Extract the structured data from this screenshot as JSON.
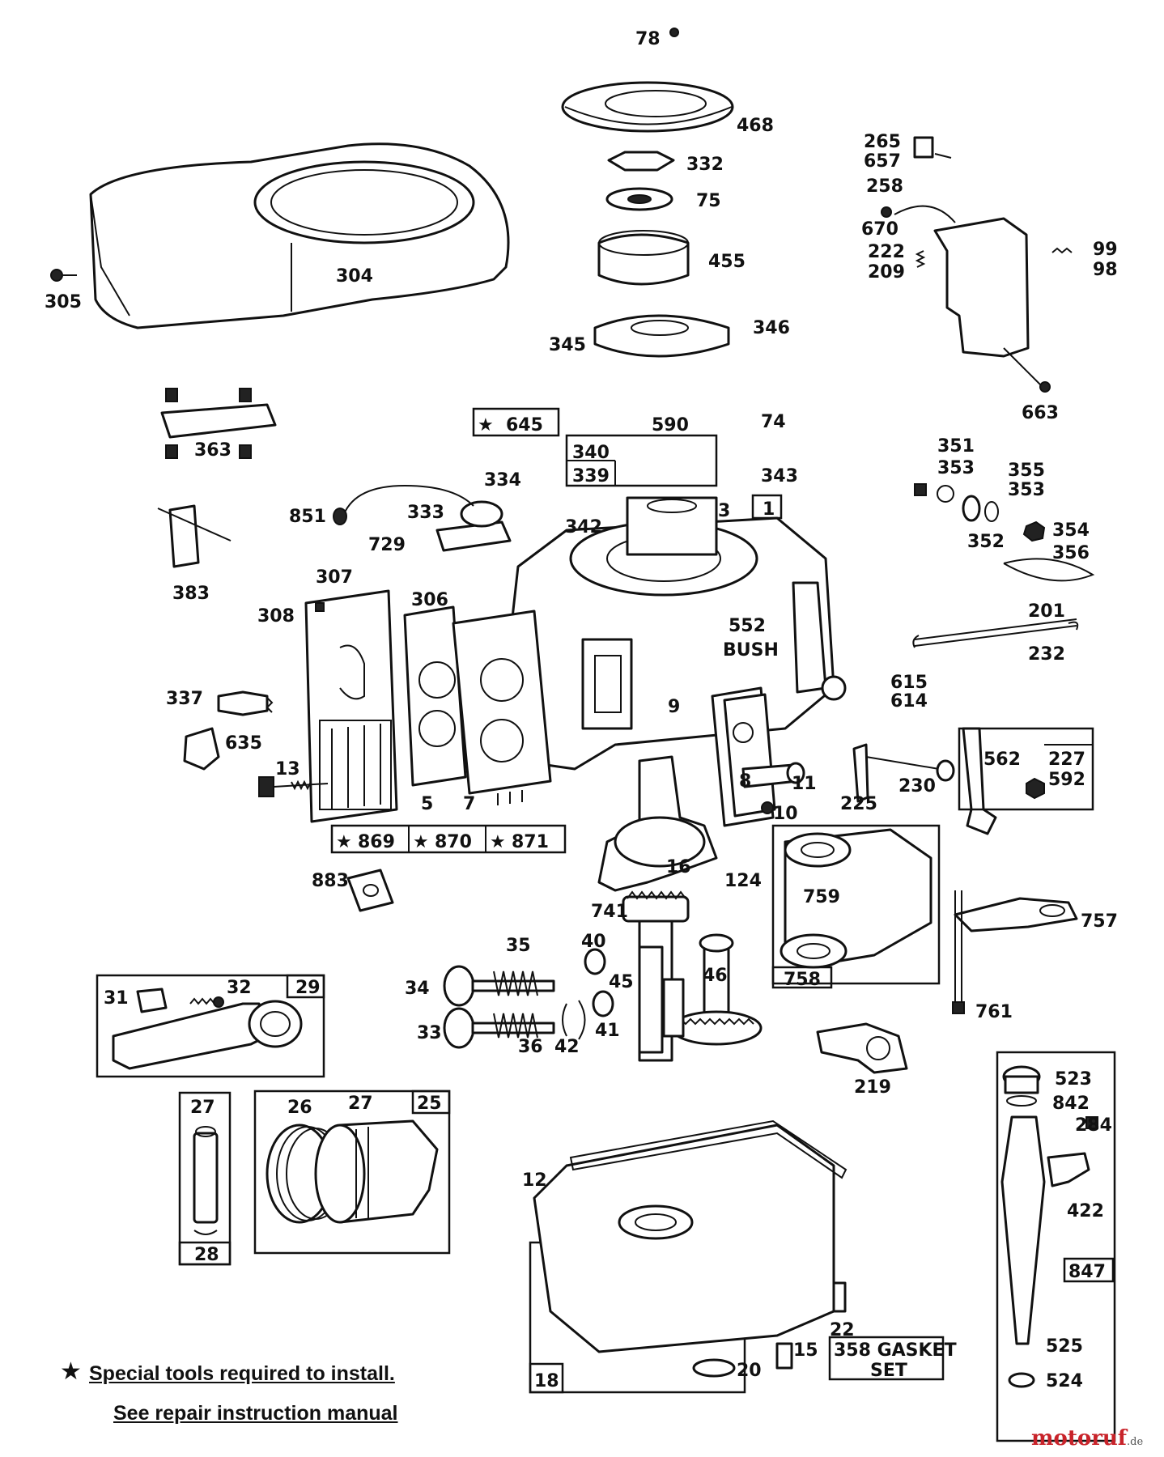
{
  "diagram": {
    "labels": {
      "l78": "78",
      "l468": "468",
      "l332": "332",
      "l75": "75",
      "l455": "455",
      "l345": "345",
      "l346": "346",
      "l304": "304",
      "l305": "305",
      "l265": "265",
      "l657": "657",
      "l258": "258",
      "l670": "670",
      "l222": "222",
      "l209": "209",
      "l99": "99",
      "l98": "98",
      "l663": "663",
      "l363": "363",
      "l383": "383",
      "l645": "645",
      "l590": "590",
      "l74": "74",
      "l340": "340",
      "l339": "339",
      "l343": "343",
      "l334": "334",
      "l851": "851",
      "l333": "333",
      "l342": "342",
      "l3": "3",
      "l1": "1",
      "l729": "729",
      "l307": "307",
      "l306": "306",
      "l308": "308",
      "l351": "351",
      "l353a": "353",
      "l355": "355",
      "l353b": "353",
      "l352": "352",
      "l354": "354",
      "l356": "356",
      "l201": "201",
      "l232": "232",
      "l552": "552",
      "lbush": "BUSH",
      "l337": "337",
      "l635": "635",
      "l13": "13",
      "l5": "5",
      "l7": "7",
      "l869": "869",
      "l870": "870",
      "l871": "871",
      "l9": "9",
      "l8": "8",
      "l11": "11",
      "l10": "10",
      "l615": "615",
      "l614": "614",
      "l225": "225",
      "l230": "230",
      "l562": "562",
      "l227": "227",
      "l592": "592",
      "l883": "883",
      "l16": "16",
      "l124": "124",
      "l741": "741",
      "l759": "759",
      "l758": "758",
      "l757": "757",
      "l761": "761",
      "l35": "35",
      "l40": "40",
      "l34": "34",
      "l45": "45",
      "l46": "46",
      "l33": "33",
      "l36": "36",
      "l42": "42",
      "l41": "41",
      "l31": "31",
      "l32": "32",
      "l29": "29",
      "l219": "219",
      "l27a": "27",
      "l28": "28",
      "l26": "26",
      "l27b": "27",
      "l25": "25",
      "l523": "523",
      "l842": "842",
      "l284": "284",
      "l422": "422",
      "l847": "847",
      "l525": "525",
      "l524": "524",
      "l12": "12",
      "l18": "18",
      "l20": "20",
      "l15": "15",
      "l22": "22",
      "l358": "358 GASKET",
      "lset": "SET"
    },
    "star_symbol": "★"
  },
  "footnote": {
    "line1": "Special tools required to install.",
    "line2": "See repair instruction manual"
  },
  "watermark": {
    "brand": "motoruf",
    "suffix": ".de"
  }
}
